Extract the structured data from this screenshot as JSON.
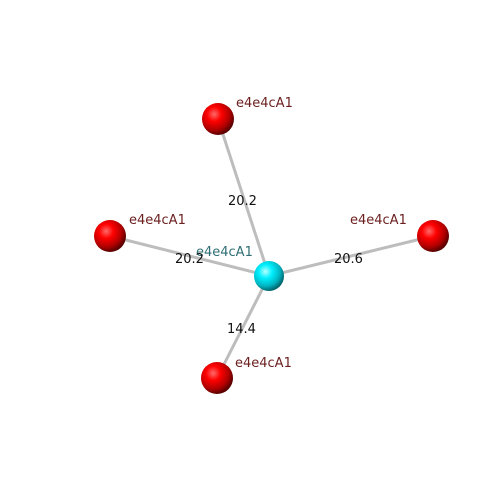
{
  "colors": {
    "background": "#ffffff",
    "center_atom": "#00e5f0",
    "outer_atom": "#e00000",
    "center_label": "#2f6f75",
    "outer_label": "#6b1f1f",
    "bond": "#c8c8c8"
  },
  "center_atom": {
    "label": "e4e4cA1"
  },
  "outer_atoms": [
    {
      "id": "top",
      "label": "e4e4cA1"
    },
    {
      "id": "left",
      "label": "e4e4cA1"
    },
    {
      "id": "right",
      "label": "e4e4cA1"
    },
    {
      "id": "bottom",
      "label": "e4e4cA1"
    }
  ],
  "bonds": [
    {
      "to": "top",
      "value": "20.2"
    },
    {
      "to": "left",
      "value": "20.2"
    },
    {
      "to": "right",
      "value": "20.6"
    },
    {
      "to": "bottom",
      "value": "14.4"
    }
  ]
}
